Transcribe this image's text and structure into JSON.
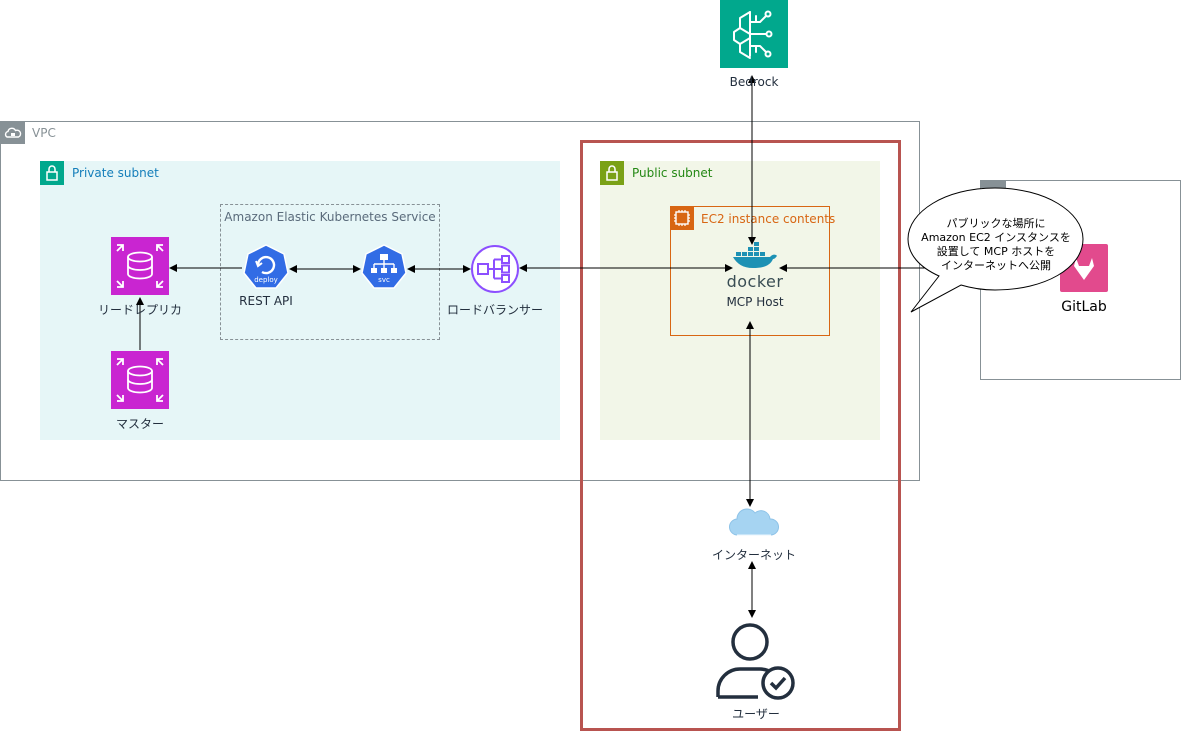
{
  "groups": {
    "vpc": "VPC",
    "private_subnet": "Private subnet",
    "public_subnet": "Public subnet",
    "eks": "Amazon Elastic Kubernetes Service",
    "ec2": "EC2 instance contents"
  },
  "nodes": {
    "bedrock": "Bedrock",
    "read_replica": "リードレプリカ",
    "master": "マスター",
    "deploy_badge": "deploy",
    "rest_api": "REST API",
    "svc_badge": "svc",
    "load_balancer": "ロードバランサー",
    "docker_word": "docker",
    "mcp_host": "MCP Host",
    "internet": "インターネット",
    "user": "ユーザー",
    "gitlab": "GitLab"
  },
  "callout": {
    "line1": "パブリックな場所に",
    "line2": "Amazon EC2 インスタンスを",
    "line3": "設置して MCP ホストを",
    "line4": "インターネットへ公開"
  },
  "colors": {
    "vpc_border": "#879196",
    "private_fill": "#e6f6f7",
    "private_accent": "#01a88d",
    "private_text": "#147eba",
    "public_fill": "#f2f6e8",
    "public_accent": "#7aa116",
    "public_text": "#248814",
    "eks_border": "#879196",
    "ec2_border": "#d86613",
    "rds": "#c925d1",
    "bedrock": "#01a88d",
    "k8s": "#326ce5",
    "elb": "#8c4fff",
    "highlight": "#b85450",
    "gitlab": "#e24a8d"
  }
}
